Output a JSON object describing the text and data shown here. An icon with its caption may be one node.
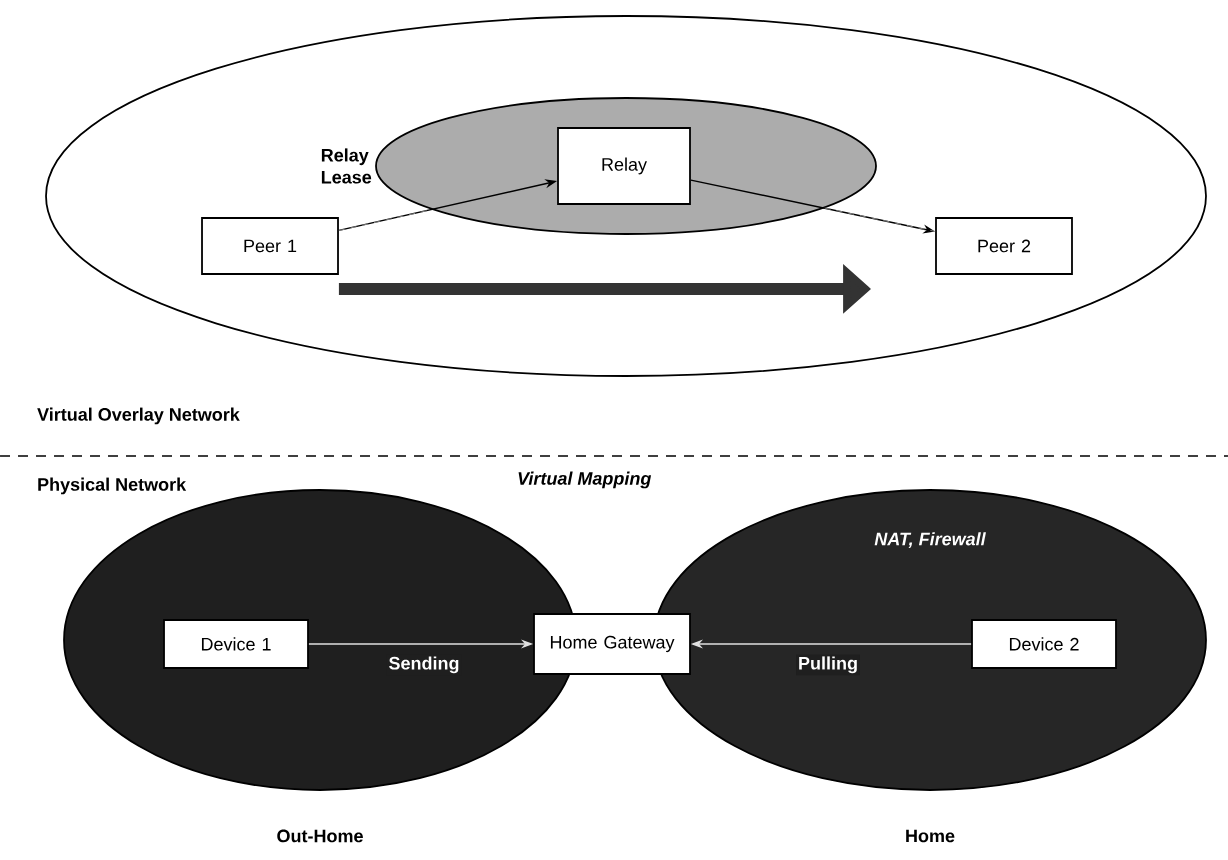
{
  "diagram": {
    "nodes": [
      {
        "text": [],
        "shape": "ellipse"
      },
      {
        "text": [
          "Relay Lease"
        ],
        "in": 0
      },
      {
        "text": [
          "Relay"
        ],
        "in": 1
      },
      {
        "text": [
          "Peer 1"
        ],
        "in": 0
      },
      {
        "text": [
          "Peer 2"
        ],
        "in": 0
      },
      {
        "text": [],
        "shape": "ellipse",
        "beside": [
          "Out-Home"
        ]
      },
      {
        "text": [
          "NAT, Firewall"
        ],
        "beside": [
          "Home"
        ]
      },
      {
        "text": [
          "Device 1"
        ],
        "in": 5
      },
      {
        "text": [
          "Home Gateway"
        ]
      },
      {
        "text": [
          "Device 2"
        ],
        "in": 6
      }
    ],
    "edges": [
      {
        "from": 3,
        "to": 2,
        "arrow": "to"
      },
      {
        "from": 2,
        "to": 4,
        "arrow": "to"
      },
      {
        "from": 3,
        "to": 1,
        "arrow": "none",
        "style": "dashed",
        "color": "#a0a0a0"
      },
      {
        "from": 1,
        "to": 4,
        "arrow": "none",
        "style": "dashed",
        "color": "#a0a0a0"
      },
      {
        "from": 3,
        "to": 4,
        "arrow": "to",
        "style": "thick",
        "color": "#333333"
      },
      {
        "from": 7,
        "to": 8,
        "arrow": "to",
        "label": "Sending",
        "color": "#e0e0e0"
      },
      {
        "from": 9,
        "to": 8,
        "arrow": "to",
        "label": "Pulling",
        "color": "#e0e0e0"
      }
    ],
    "labels": [
      "Virtual Overlay Network",
      "Physical Network",
      "Virtual Mapping"
    ]
  }
}
